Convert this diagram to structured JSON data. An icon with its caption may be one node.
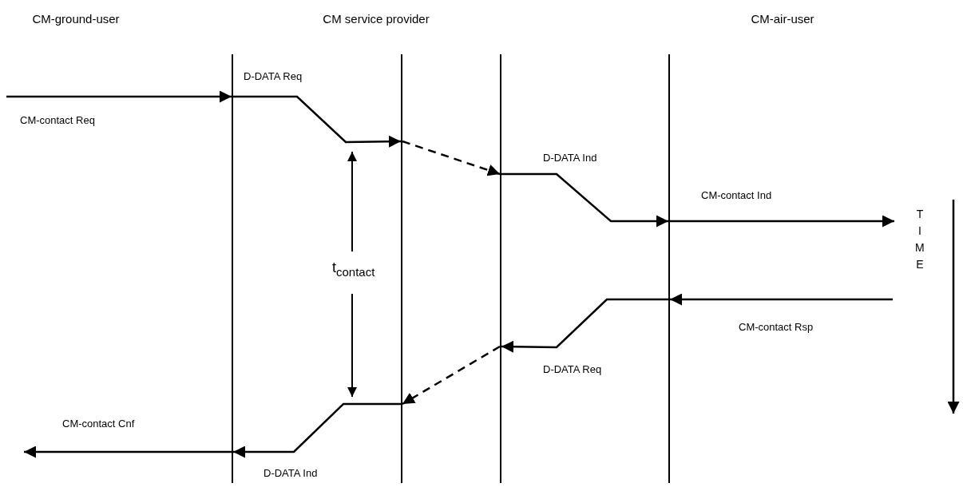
{
  "diagram": {
    "nodes": [
      {
        "text": [],
        "shape": "bar"
      },
      {
        "text": [],
        "shape": "bar"
      },
      {
        "text": [],
        "shape": "bar"
      },
      {
        "text": [],
        "shape": "bar"
      }
    ],
    "edges": [
      {
        "from": null,
        "to": 0,
        "arrow": "to",
        "label": "CM-contact Req"
      },
      {
        "from": 0,
        "to": 1,
        "arrow": "to",
        "label": "D-DATA Req"
      },
      {
        "from": 1,
        "to": 2,
        "arrow": "to",
        "style": "dashed"
      },
      {
        "from": 2,
        "to": 3,
        "arrow": "to",
        "label": "D-DATA Ind"
      },
      {
        "from": 3,
        "to": null,
        "arrow": "to",
        "label": "CM-contact Ind"
      },
      {
        "from": null,
        "to": 3,
        "arrow": "to",
        "label": "CM-contact Rsp"
      },
      {
        "from": 3,
        "to": 2,
        "arrow": "to",
        "label": "D-DATA Req"
      },
      {
        "from": 2,
        "to": 1,
        "arrow": "to",
        "style": "dashed"
      },
      {
        "from": 1,
        "to": 0,
        "arrow": "to",
        "label": "D-DATA Ind"
      },
      {
        "from": 0,
        "to": null,
        "arrow": "to",
        "label": "CM-contact Cnf"
      }
    ],
    "labels": [
      "CM-ground-user",
      "CM service provider",
      "CM-air-user",
      "t$_{contact}$",
      "TIME"
    ]
  }
}
